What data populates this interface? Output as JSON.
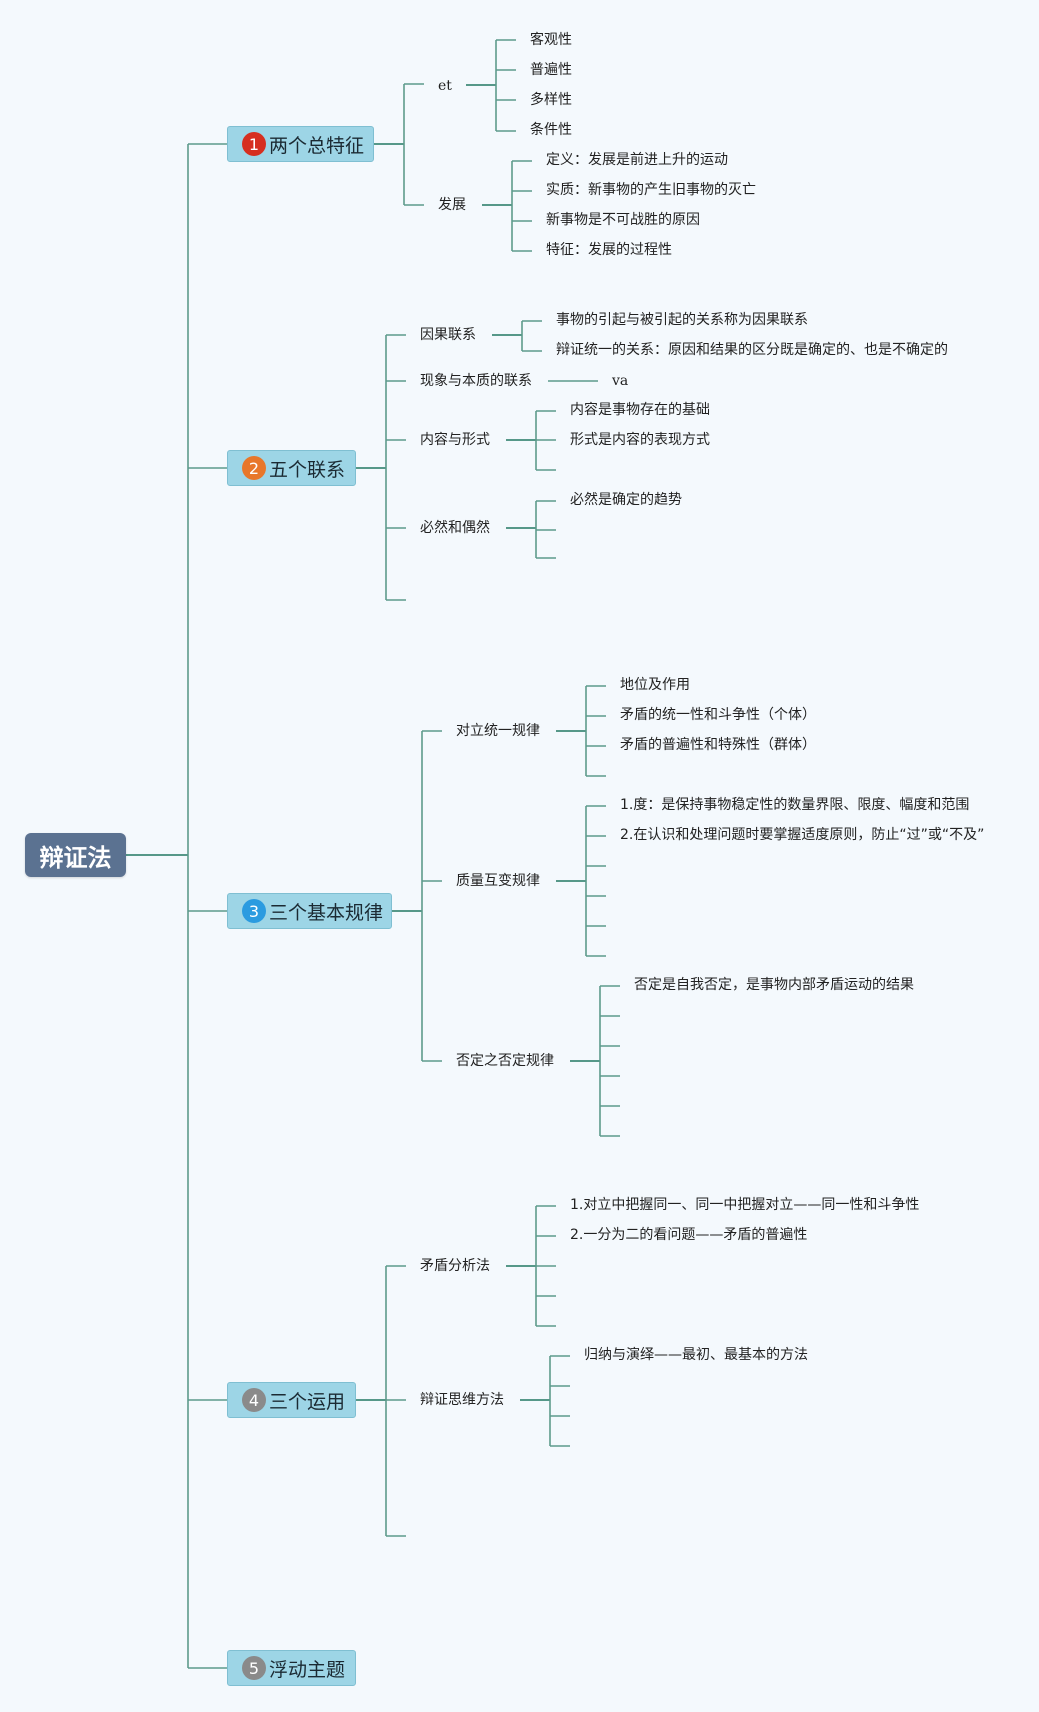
{
  "root": {
    "label": "辩证法"
  },
  "badges": {
    "b1": {
      "num": "1",
      "color": "#d62f20"
    },
    "b2": {
      "num": "2",
      "color": "#e8772a"
    },
    "b3": {
      "num": "3",
      "color": "#2b9be0"
    },
    "b4": {
      "num": "4",
      "color": "#8a8a8a"
    },
    "b5": {
      "num": "5",
      "color": "#8a8a8a"
    }
  },
  "topics": {
    "t1": {
      "label": "两个总特征"
    },
    "t2": {
      "label": "五个联系"
    },
    "t3": {
      "label": "三个基本规律"
    },
    "t4": {
      "label": "三个运用"
    },
    "t5": {
      "label": "浮动主题"
    }
  },
  "t1": {
    "et": {
      "label": "et",
      "children": [
        "客观性",
        "普遍性",
        "多样性",
        "条件性"
      ]
    },
    "fazhan": {
      "label": "发展",
      "children": [
        "定义：发展是前进上升的运动",
        "实质：新事物的产生旧事物的灭亡",
        "新事物是不可战胜的原因",
        "特征：发展的过程性"
      ]
    }
  },
  "t2": {
    "yinguo": {
      "label": "因果联系",
      "children": [
        "事物的引起与被引起的关系称为因果联系",
        "辩证统一的关系：原因和结果的区分既是确定的、也是不确定的"
      ]
    },
    "xianxiang": {
      "label": "现象与本质的联系",
      "children": [
        "va"
      ]
    },
    "neirong": {
      "label": "内容与形式",
      "children": [
        "内容是事物存在的基础",
        "形式是内容的表现方式"
      ]
    },
    "biran": {
      "label": "必然和偶然",
      "children": [
        "必然是确定的趋势"
      ]
    }
  },
  "t3": {
    "duili": {
      "label": "对立统一规律",
      "children": [
        "地位及作用",
        "矛盾的统一性和斗争性（个体）",
        "矛盾的普遍性和特殊性（群体）"
      ]
    },
    "zhiliang": {
      "label": "质量互变规律",
      "children": [
        "1.度：是保持事物稳定性的数量界限、限度、幅度和范围",
        "2.在认识和处理问题时要掌握适度原则，防止“过”或“不及”"
      ]
    },
    "fouding": {
      "label": "否定之否定规律",
      "children": [
        "否定是自我否定，是事物内部矛盾运动的结果"
      ]
    }
  },
  "t4": {
    "maodun": {
      "label": "矛盾分析法",
      "children": [
        "1.对立中把握同一、同一中把握对立——同一性和斗争性",
        "2.一分为二的看问题——矛盾的普遍性"
      ]
    },
    "siwei": {
      "label": "辩证思维方法",
      "children": [
        "归纳与演绎——最初、最基本的方法"
      ]
    }
  },
  "colors": {
    "line": "#5d9a8c",
    "root_bg": "#5b7291",
    "topic_bg": "#9dd5e6",
    "background": "#f4f9fd"
  }
}
